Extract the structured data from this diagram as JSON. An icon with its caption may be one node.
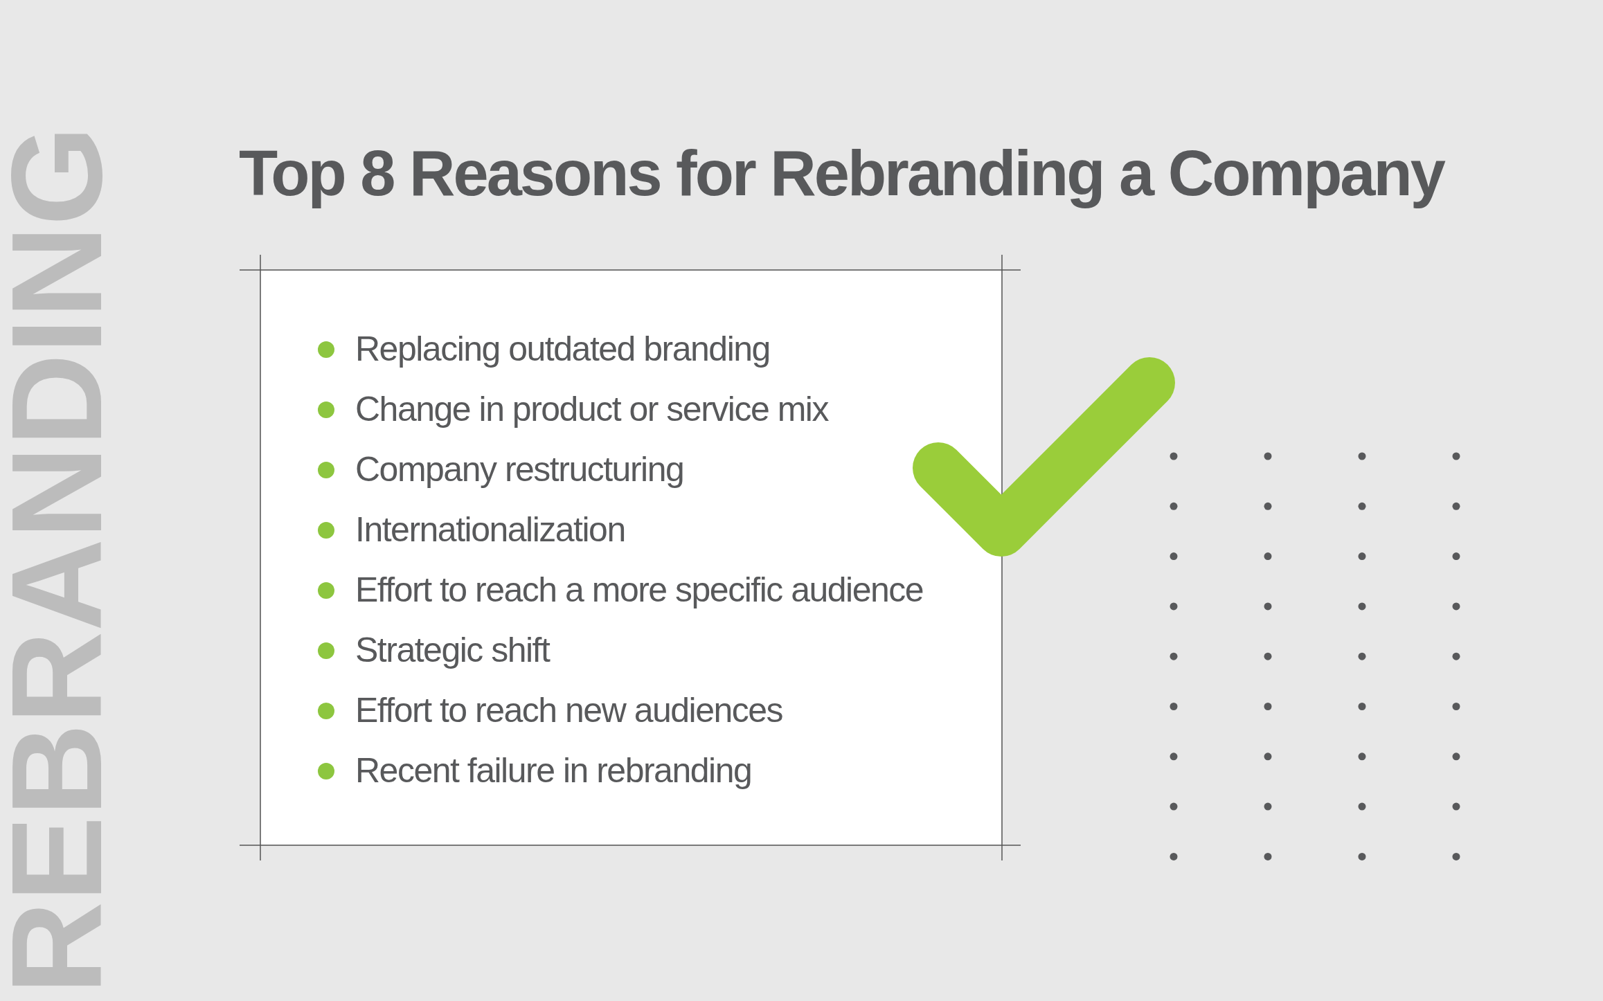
{
  "diagram": {
    "title": "Top 8 Reasons for Rebranding a Company",
    "nodes": [
      {
        "text": [
          "Replacing outdated branding",
          "Change in product or service mix",
          "Company restructuring",
          "Internationalization",
          "Effort to reach a more specific audience",
          "Strategic shift",
          "Effort to reach new audiences",
          "Recent failure in rebranding"
        ]
      }
    ],
    "labels": [
      "REBRANDING"
    ]
  }
}
